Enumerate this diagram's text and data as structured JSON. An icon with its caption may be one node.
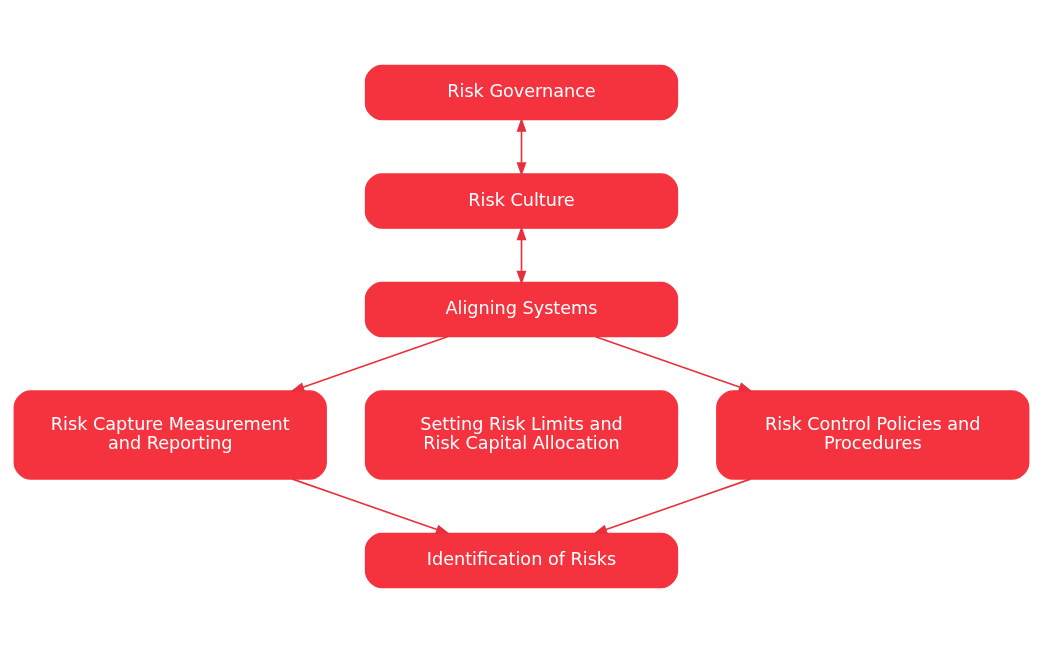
{
  "diagram": {
    "nodes": [
      {
        "text": [
          "Risk Governance"
        ]
      },
      {
        "text": [
          "Risk Culture"
        ]
      },
      {
        "text": [
          "Aligning Systems"
        ]
      },
      {
        "text": [
          "Risk Capture Measurement and Reporting"
        ]
      },
      {
        "text": [
          "Setting Risk Limits and Risk Capital Allocation"
        ]
      },
      {
        "text": [
          "Risk Control Policies and Procedures"
        ]
      },
      {
        "text": [
          "Identification of Risks"
        ]
      }
    ],
    "edges": [
      {
        "from": 0,
        "to": 1,
        "arrow": "both"
      },
      {
        "from": 1,
        "to": 2,
        "arrow": "both"
      },
      {
        "from": 2,
        "to": 3,
        "arrow": "to"
      },
      {
        "from": 2,
        "to": 5,
        "arrow": "to"
      },
      {
        "from": 3,
        "to": 6,
        "arrow": "to"
      },
      {
        "from": 5,
        "to": 6,
        "arrow": "to"
      }
    ]
  }
}
